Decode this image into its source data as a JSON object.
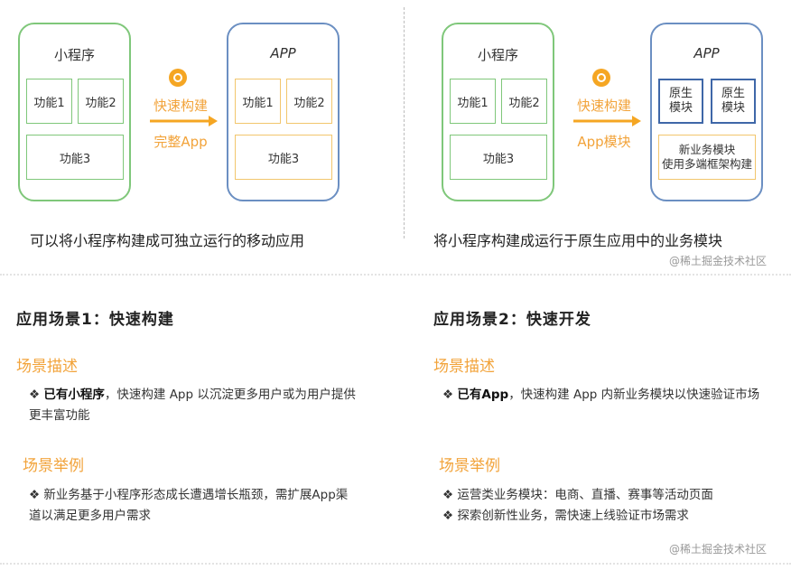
{
  "left_diagram": {
    "mini_title": "小程序",
    "mini_cells": [
      "功能1",
      "功能2",
      "功能3"
    ],
    "arrow_top": "快速构建",
    "arrow_bottom": "完整App",
    "app_title": "APP",
    "app_cells": [
      "功能1",
      "功能2",
      "功能3"
    ],
    "caption": "可以将小程序构建成可独立运行的移动应用"
  },
  "right_diagram": {
    "mini_title": "小程序",
    "mini_cells": [
      "功能1",
      "功能2",
      "功能3"
    ],
    "arrow_top": "快速构建",
    "arrow_bottom": "App模块",
    "app_title": "APP",
    "native_modules": [
      "原生\n模块",
      "原生\n模块"
    ],
    "new_module": "新业务模块\n使用多端框架构建",
    "caption": "将小程序构建成运行于原生应用中的业务模块"
  },
  "watermark": "@稀土掘金技术社区",
  "scene1": {
    "title": "应用场景1：快速构建",
    "desc_title": "场景描述",
    "desc_bold": "已有小程序",
    "desc_rest": "，快速构建 App 以沉淀更多用户或为用户提供更丰富功能",
    "example_title": "场景举例",
    "examples": [
      "新业务基于小程序形态成长遭遇增长瓶颈，需扩展App渠道以满足更多用户需求"
    ]
  },
  "scene2": {
    "title": "应用场景2：快速开发",
    "desc_title": "场景描述",
    "desc_bold": "已有App",
    "desc_rest": "，快速构建 App 内新业务模块以快速验证市场",
    "example_title": "场景举例",
    "examples": [
      "运营类业务模块：电商、直播、赛事等活动页面",
      "探索创新性业务，需快速上线验证市场需求"
    ]
  },
  "colors": {
    "green": "#7fc77a",
    "blue": "#6b8fc2",
    "orange": "#f2a33a",
    "orange_light": "#f2c66d"
  },
  "icons": {
    "brand": "orange-ring-logo-icon",
    "bullet": "diamond-bullet-icon"
  }
}
